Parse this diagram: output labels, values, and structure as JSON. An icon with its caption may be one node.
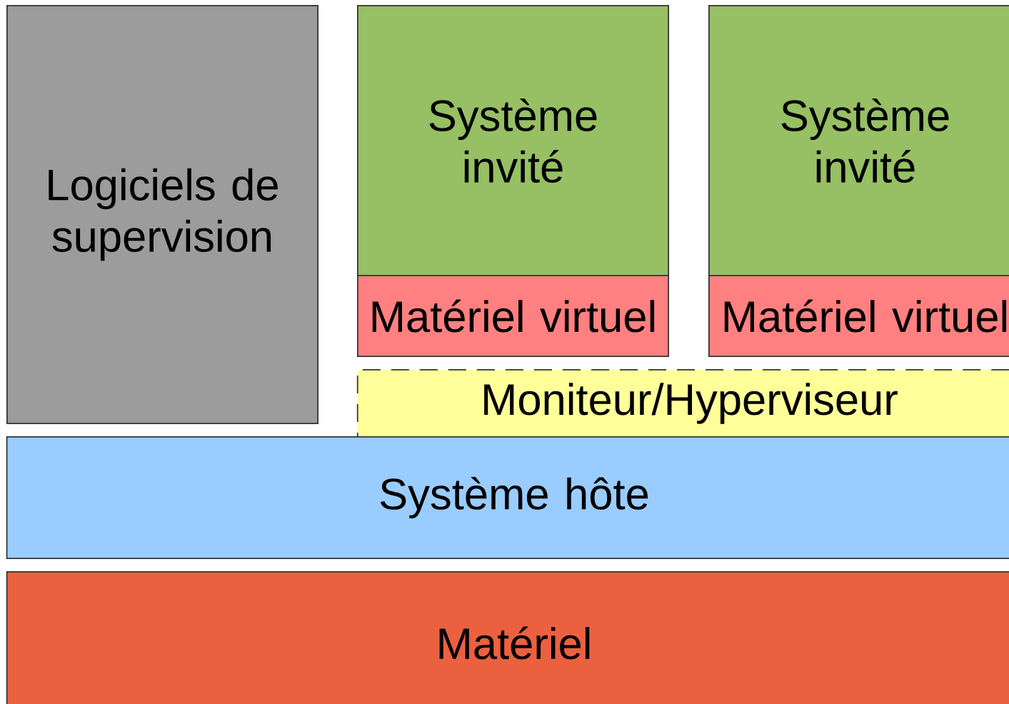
{
  "diagram": {
    "nodes": [
      {
        "text": [
          "Logiciels de supervision"
        ]
      },
      {
        "text": [
          "Système invité"
        ]
      },
      {
        "text": [
          "Matériel virtuel"
        ]
      },
      {
        "text": [
          "Système invité"
        ]
      },
      {
        "text": [
          "Matériel virtuel"
        ]
      },
      {
        "text": [
          "Moniteur/Hyperviseur"
        ]
      },
      {
        "text": [
          "Système hôte"
        ]
      },
      {
        "text": [
          "Matériel"
        ]
      }
    ]
  }
}
